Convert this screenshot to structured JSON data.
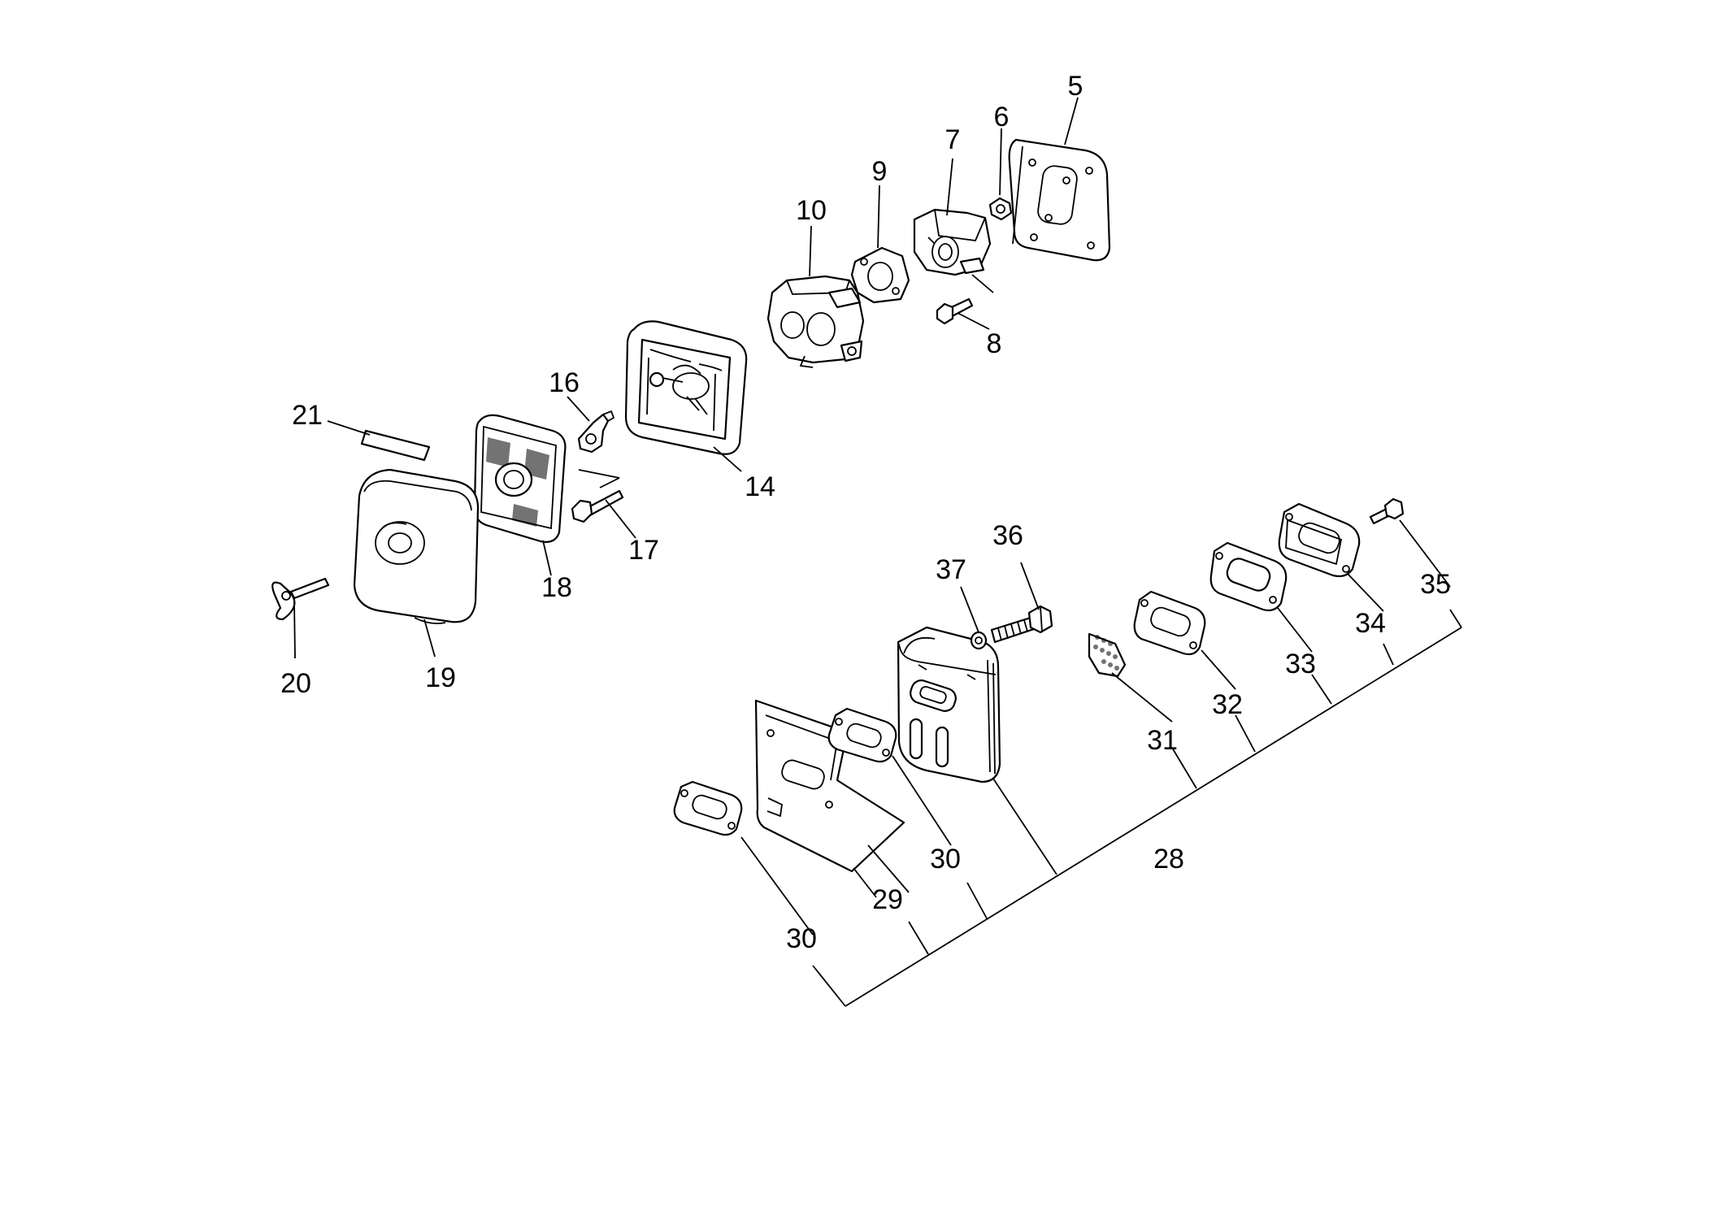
{
  "callouts": {
    "c5": "5",
    "c6": "6",
    "c7": "7",
    "c8": "8",
    "c9": "9",
    "c10": "10",
    "c14": "14",
    "c16": "16",
    "c17": "17",
    "c18": "18",
    "c19": "19",
    "c20": "20",
    "c21": "21",
    "c28": "28",
    "c29": "29",
    "c30a": "30",
    "c30b": "30",
    "c31": "31",
    "c32": "32",
    "c33": "33",
    "c34": "34",
    "c35": "35",
    "c36": "36",
    "c37": "37"
  },
  "colors": {
    "ink": "#000000",
    "paper": "#ffffff"
  }
}
